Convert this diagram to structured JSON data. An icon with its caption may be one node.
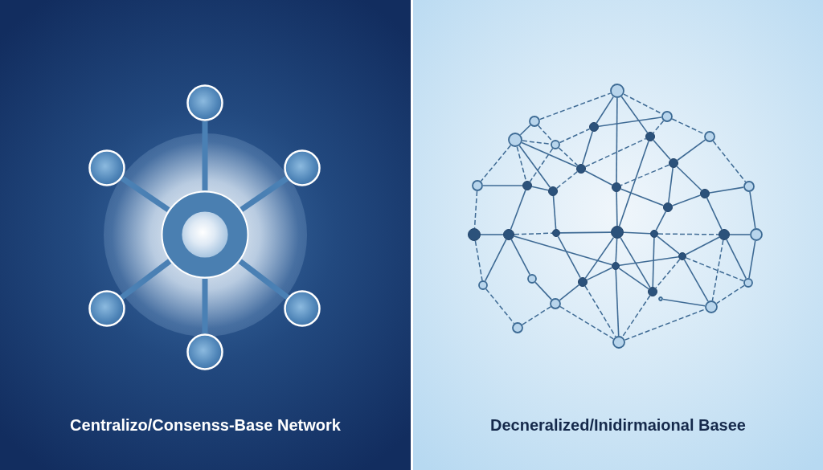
{
  "diagram": {
    "nodes": [
      {
        "text": [
          "Centralizo/Consenss-Base Network"
        ]
      },
      {
        "text": [],
        "shape": "circle",
        "in": 0
      },
      {
        "text": [],
        "shape": "circle",
        "in": 0
      },
      {
        "text": [],
        "shape": "circle",
        "in": 0
      },
      {
        "text": [],
        "shape": "circle",
        "in": 0
      },
      {
        "text": [],
        "shape": "circle",
        "in": 0
      },
      {
        "text": [],
        "shape": "circle",
        "in": 0
      },
      {
        "text": [],
        "shape": "circle",
        "in": 0
      },
      {
        "text": [
          "Decneralized/Inidirmaional Basee"
        ]
      },
      {
        "text": [],
        "shape": "circle",
        "in": 8
      },
      {
        "text": [],
        "shape": "circle",
        "in": 8
      },
      {
        "text": [],
        "shape": "circle",
        "in": 8
      },
      {
        "text": [],
        "shape": "circle",
        "in": 8
      },
      {
        "text": [],
        "shape": "circle",
        "in": 8
      },
      {
        "text": [],
        "shape": "circle",
        "in": 8
      },
      {
        "text": [],
        "shape": "circle",
        "in": 8
      },
      {
        "text": [],
        "shape": "circle",
        "in": 8
      },
      {
        "text": [],
        "shape": "circle",
        "in": 8
      },
      {
        "text": [],
        "shape": "circle",
        "in": 8
      },
      {
        "text": [],
        "shape": "circle",
        "in": 8
      },
      {
        "text": [],
        "shape": "circle",
        "in": 8
      },
      {
        "text": [],
        "shape": "circle",
        "in": 8
      },
      {
        "text": [],
        "shape": "circle",
        "in": 8
      },
      {
        "text": [],
        "shape": "circle",
        "in": 8
      },
      {
        "text": [],
        "shape": "circle",
        "in": 8
      },
      {
        "text": [],
        "shape": "circle",
        "in": 8
      },
      {
        "text": [],
        "shape": "circle",
        "in": 8
      },
      {
        "text": [],
        "shape": "circle",
        "in": 8
      },
      {
        "text": [],
        "shape": "circle",
        "in": 8
      },
      {
        "text": [],
        "shape": "circle",
        "in": 8
      },
      {
        "text": [],
        "shape": "circle",
        "in": 8
      },
      {
        "text": [],
        "shape": "circle",
        "in": 8
      },
      {
        "text": [],
        "shape": "circle",
        "in": 8
      },
      {
        "text": [],
        "shape": "circle",
        "in": 8
      },
      {
        "text": [],
        "shape": "circle",
        "in": 8
      },
      {
        "text": [],
        "shape": "circle",
        "in": 8
      },
      {
        "text": [],
        "shape": "circle",
        "in": 8
      },
      {
        "text": [],
        "shape": "circle",
        "in": 8
      },
      {
        "text": [],
        "shape": "circle",
        "in": 8
      },
      {
        "text": [],
        "shape": "circle",
        "in": 8
      },
      {
        "text": [],
        "shape": "circle",
        "in": 8
      },
      {
        "text": [],
        "shape": "circle",
        "in": 8
      },
      {
        "text": [],
        "shape": "circle",
        "in": 8
      },
      {
        "text": [],
        "shape": "circle",
        "in": 8
      },
      {
        "text": [],
        "shape": "circle",
        "in": 8
      }
    ],
    "edges": [
      {
        "from": 1,
        "to": 2,
        "arrow": "none",
        "style": "thick",
        "color": "#4a80b4"
      },
      {
        "from": 1,
        "to": 3,
        "arrow": "none",
        "style": "thick",
        "color": "#4a80b4"
      },
      {
        "from": 1,
        "to": 4,
        "arrow": "none",
        "style": "thick",
        "color": "#4a80b4"
      },
      {
        "from": 1,
        "to": 5,
        "arrow": "none",
        "style": "thick",
        "color": "#4a80b4"
      },
      {
        "from": 1,
        "to": 6,
        "arrow": "none",
        "style": "thick",
        "color": "#4a80b4"
      },
      {
        "from": 1,
        "to": 7,
        "arrow": "none",
        "style": "thick",
        "color": "#4a80b4"
      },
      {
        "from": 10,
        "to": 9,
        "arrow": "none",
        "style": "dashed"
      },
      {
        "from": 10,
        "to": 13,
        "arrow": "none"
      },
      {
        "from": 10,
        "to": 14,
        "arrow": "none",
        "style": "dashed"
      },
      {
        "from": 13,
        "to": 14,
        "arrow": "none",
        "style": "dashed"
      },
      {
        "from": 14,
        "to": 11,
        "arrow": "none",
        "style": "dashed"
      },
      {
        "from": 11,
        "to": 9,
        "arrow": "none"
      },
      {
        "from": 11,
        "to": 17,
        "arrow": "none"
      },
      {
        "from": 14,
        "to": 17,
        "arrow": "none",
        "style": "dashed"
      },
      {
        "from": 13,
        "to": 19,
        "arrow": "none",
        "style": "dashed"
      },
      {
        "from": 13,
        "to": 20,
        "arrow": "none",
        "style": "dashed"
      },
      {
        "from": 13,
        "to": 21,
        "arrow": "none"
      },
      {
        "from": 13,
        "to": 17,
        "arrow": "none"
      },
      {
        "from": 19,
        "to": 20,
        "arrow": "none"
      },
      {
        "from": 20,
        "to": 21,
        "arrow": "none"
      },
      {
        "from": 19,
        "to": 26,
        "arrow": "none",
        "style": "dashed"
      },
      {
        "from": 17,
        "to": 22,
        "arrow": "none"
      },
      {
        "from": 17,
        "to": 21,
        "arrow": "none",
        "style": "dashed"
      },
      {
        "from": 14,
        "to": 20,
        "arrow": "none",
        "style": "dashed"
      },
      {
        "from": 11,
        "to": 12,
        "arrow": "none"
      },
      {
        "from": 17,
        "to": 15,
        "arrow": "none",
        "style": "dashed"
      },
      {
        "from": 9,
        "to": 22,
        "arrow": "none"
      },
      {
        "from": 9,
        "to": 15,
        "arrow": "none"
      },
      {
        "from": 9,
        "to": 12,
        "arrow": "none",
        "style": "dashed"
      },
      {
        "from": 12,
        "to": 15,
        "arrow": "none",
        "style": "dashed"
      },
      {
        "from": 12,
        "to": 16,
        "arrow": "none",
        "style": "dashed"
      },
      {
        "from": 16,
        "to": 18,
        "arrow": "none"
      },
      {
        "from": 16,
        "to": 24,
        "arrow": "none",
        "style": "dashed"
      },
      {
        "from": 15,
        "to": 18,
        "arrow": "none"
      },
      {
        "from": 15,
        "to": 29,
        "arrow": "none"
      },
      {
        "from": 18,
        "to": 22,
        "arrow": "none",
        "style": "dashed"
      },
      {
        "from": 18,
        "to": 25,
        "arrow": "none"
      },
      {
        "from": 18,
        "to": 23,
        "arrow": "none"
      },
      {
        "from": 22,
        "to": 25,
        "arrow": "none"
      },
      {
        "from": 23,
        "to": 24,
        "arrow": "none"
      },
      {
        "from": 23,
        "to": 25,
        "arrow": "none"
      },
      {
        "from": 24,
        "to": 32,
        "arrow": "none"
      },
      {
        "from": 25,
        "to": 30,
        "arrow": "none"
      },
      {
        "from": 23,
        "to": 31,
        "arrow": "none"
      },
      {
        "from": 20,
        "to": 27,
        "arrow": "none"
      },
      {
        "from": 21,
        "to": 28,
        "arrow": "none"
      },
      {
        "from": 22,
        "to": 29,
        "arrow": "none"
      },
      {
        "from": 26,
        "to": 27,
        "arrow": "none"
      },
      {
        "from": 27,
        "to": 28,
        "arrow": "none",
        "style": "dashed"
      },
      {
        "from": 28,
        "to": 29,
        "arrow": "none"
      },
      {
        "from": 26,
        "to": 35,
        "arrow": "none",
        "style": "dashed"
      },
      {
        "from": 27,
        "to": 35,
        "arrow": "none"
      },
      {
        "from": 27,
        "to": 36,
        "arrow": "none"
      },
      {
        "from": 27,
        "to": 33,
        "arrow": "none"
      },
      {
        "from": 35,
        "to": 43,
        "arrow": "none",
        "style": "dashed"
      },
      {
        "from": 36,
        "to": 40,
        "arrow": "none"
      },
      {
        "from": 43,
        "to": 40,
        "arrow": "none",
        "style": "dashed"
      },
      {
        "from": 40,
        "to": 37,
        "arrow": "none"
      },
      {
        "from": 37,
        "to": 33,
        "arrow": "none"
      },
      {
        "from": 28,
        "to": 37,
        "arrow": "none"
      },
      {
        "from": 37,
        "to": 44,
        "arrow": "none",
        "style": "dashed"
      },
      {
        "from": 40,
        "to": 44,
        "arrow": "none",
        "style": "dashed"
      },
      {
        "from": 29,
        "to": 37,
        "arrow": "none"
      },
      {
        "from": 29,
        "to": 30,
        "arrow": "none"
      },
      {
        "from": 30,
        "to": 31,
        "arrow": "none",
        "style": "dashed"
      },
      {
        "from": 31,
        "to": 32,
        "arrow": "none"
      },
      {
        "from": 29,
        "to": 33,
        "arrow": "none"
      },
      {
        "from": 33,
        "to": 34,
        "arrow": "none"
      },
      {
        "from": 30,
        "to": 34,
        "arrow": "none"
      },
      {
        "from": 30,
        "to": 38,
        "arrow": "none"
      },
      {
        "from": 33,
        "to": 38,
        "arrow": "none"
      },
      {
        "from": 29,
        "to": 38,
        "arrow": "none"
      },
      {
        "from": 34,
        "to": 31,
        "arrow": "none"
      },
      {
        "from": 34,
        "to": 38,
        "arrow": "none",
        "style": "dashed"
      },
      {
        "from": 34,
        "to": 42,
        "arrow": "none"
      },
      {
        "from": 34,
        "to": 39,
        "arrow": "none",
        "style": "dashed"
      },
      {
        "from": 31,
        "to": 42,
        "arrow": "none",
        "style": "dashed"
      },
      {
        "from": 32,
        "to": 39,
        "arrow": "none"
      },
      {
        "from": 39,
        "to": 42,
        "arrow": "none",
        "style": "dashed"
      },
      {
        "from": 41,
        "to": 42,
        "arrow": "none"
      },
      {
        "from": 38,
        "to": 44,
        "arrow": "none",
        "style": "dashed"
      },
      {
        "from": 44,
        "to": 42,
        "arrow": "none",
        "style": "dashed"
      },
      {
        "from": 31,
        "to": 39,
        "arrow": "none"
      },
      {
        "from": 33,
        "to": 44,
        "arrow": "none"
      }
    ]
  }
}
